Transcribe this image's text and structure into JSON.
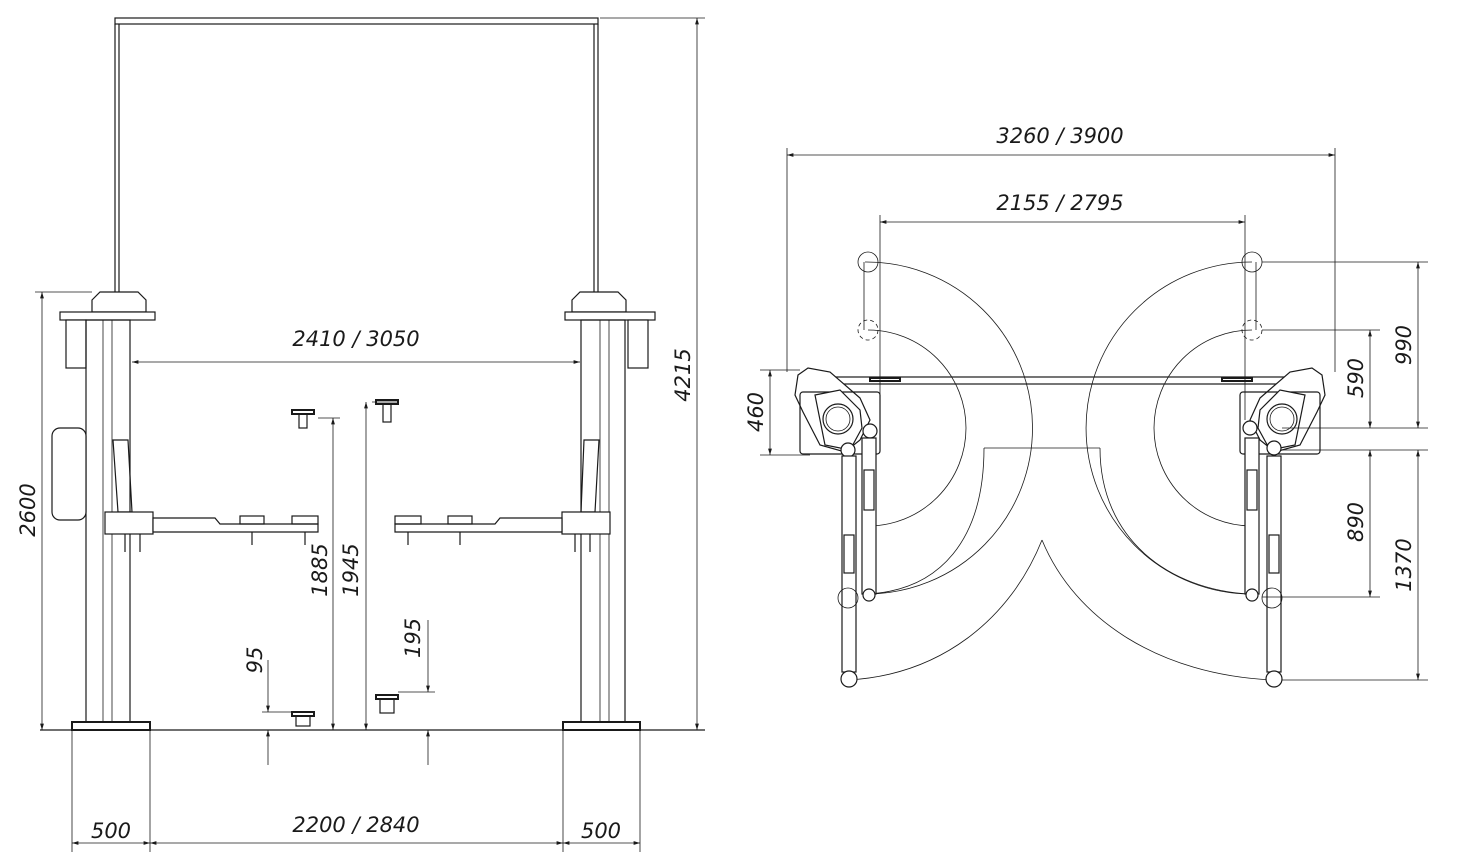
{
  "front_view": {
    "dims": {
      "inner_width": "2410 / 3050",
      "total_height": "4215",
      "column_height": "2600",
      "lift_height_1": "1885",
      "lift_height_2": "1945",
      "min_height_1": "95",
      "min_height_2": "195",
      "base_left": "500",
      "base_between": "2200 / 2840",
      "base_right": "500"
    }
  },
  "top_view": {
    "dims": {
      "outer_width": "3260 / 3900",
      "inner_width": "2155 / 2795",
      "column_depth": "460",
      "arm_reach_long_front": "990",
      "arm_reach_short_front": "590",
      "arm_reach_short_rear": "890",
      "arm_reach_long_rear": "1370"
    }
  }
}
